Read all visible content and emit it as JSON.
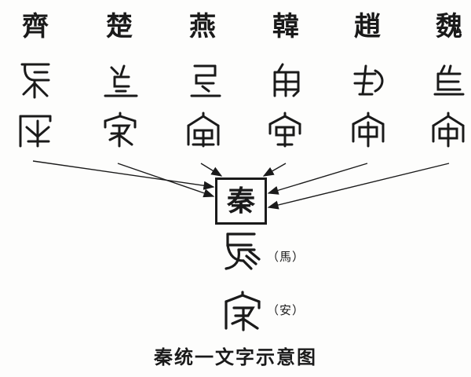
{
  "states": [
    {
      "name": "齊",
      "glyph_horse": "horse-glyph-qi",
      "glyph_an": "an-glyph-qi"
    },
    {
      "name": "楚",
      "glyph_horse": "horse-glyph-chu",
      "glyph_an": "an-glyph-chu"
    },
    {
      "name": "燕",
      "glyph_horse": "horse-glyph-yan",
      "glyph_an": "an-glyph-yan"
    },
    {
      "name": "韓",
      "glyph_horse": "horse-glyph-han",
      "glyph_an": "an-glyph-han"
    },
    {
      "name": "趙",
      "glyph_horse": "horse-glyph-zhao",
      "glyph_an": "an-glyph-zhao"
    },
    {
      "name": "魏",
      "glyph_horse": "horse-glyph-wei",
      "glyph_an": "an-glyph-wei"
    }
  ],
  "qin": {
    "label": "秦"
  },
  "result": {
    "horse_note": "（馬）",
    "an_note": "（安）"
  },
  "caption": "秦统一文字示意图",
  "colors": {
    "ink": "#1a1a1a",
    "background": "#fdfdfc"
  }
}
